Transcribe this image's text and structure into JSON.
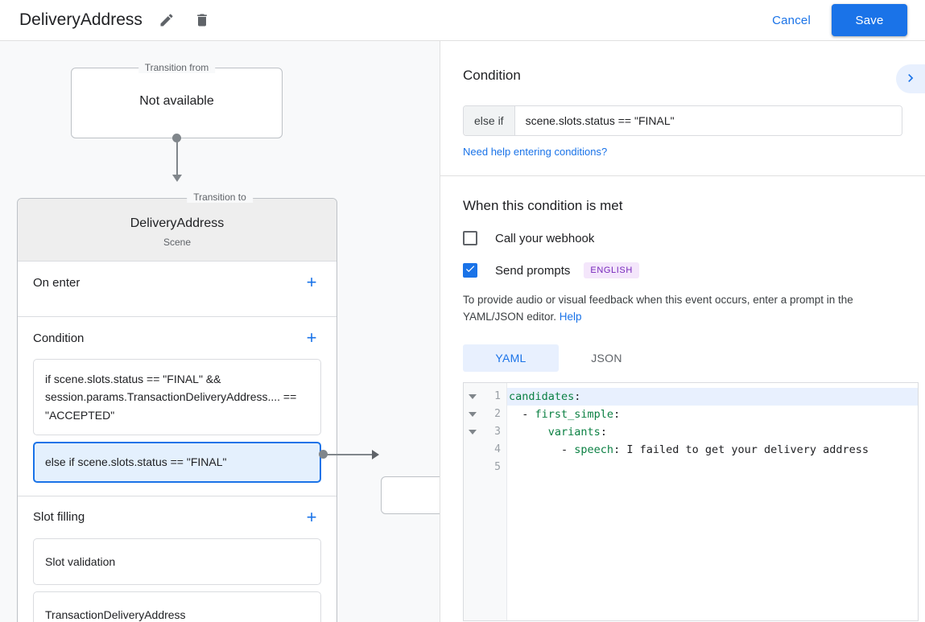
{
  "topbar": {
    "title": "DeliveryAddress",
    "edit_icon": "pencil-icon",
    "delete_icon": "trash-icon",
    "cancel_label": "Cancel",
    "save_label": "Save",
    "accent_color": "#1a73e8"
  },
  "graph": {
    "transition_from": {
      "legend": "Transition from",
      "value": "Not available"
    },
    "transition_to": {
      "legend": "Transition to",
      "scene_name": "DeliveryAddress",
      "scene_type": "Scene"
    },
    "sections": [
      {
        "title": "On enter",
        "add_label": "+",
        "rows": []
      },
      {
        "title": "Condition",
        "add_label": "+",
        "rows": [
          {
            "text": "if scene.slots.status == \"FINAL\" && session.params.TransactionDeliveryAddress.... == \"ACCEPTED\"",
            "selected": false
          },
          {
            "text": "else if scene.slots.status == \"FINAL\"",
            "selected": true
          }
        ]
      },
      {
        "title": "Slot filling",
        "add_label": "+",
        "rows": [
          {
            "text": "Slot validation",
            "selected": false
          },
          {
            "text": "TransactionDeliveryAddress",
            "selected": false
          }
        ]
      }
    ]
  },
  "detail": {
    "condition": {
      "title": "Condition",
      "collapse_icon": "chevron-right-icon",
      "prefix": "else if",
      "value": "scene.slots.status == \"FINAL\"",
      "help_link": "Need help entering conditions?"
    },
    "when_met": {
      "title": "When this condition is met",
      "webhook": {
        "label": "Call your webhook",
        "checked": false
      },
      "prompts": {
        "label": "Send prompts",
        "checked": true,
        "badge": "ENGLISH"
      },
      "helper_text": "To provide audio or visual feedback when this event occurs, enter a prompt in the YAML/JSON editor. ",
      "helper_link": "Help",
      "tabs": [
        {
          "label": "YAML",
          "active": true
        },
        {
          "label": "JSON",
          "active": false
        }
      ],
      "editor": {
        "lines": [
          {
            "num": "1",
            "fold": true,
            "highlighted": true,
            "indent": "",
            "key": "candidates",
            "colon": ":",
            "rest": ""
          },
          {
            "num": "2",
            "fold": true,
            "highlighted": false,
            "indent": "  - ",
            "key": "first_simple",
            "colon": ":",
            "rest": ""
          },
          {
            "num": "3",
            "fold": true,
            "highlighted": false,
            "indent": "      ",
            "key": "variants",
            "colon": ":",
            "rest": ""
          },
          {
            "num": "4",
            "fold": false,
            "highlighted": false,
            "indent": "        - ",
            "key": "speech",
            "colon": ":",
            "rest": " I failed to get your delivery address"
          },
          {
            "num": "5",
            "fold": false,
            "highlighted": false,
            "indent": "",
            "key": "",
            "colon": "",
            "rest": ""
          }
        ]
      }
    }
  }
}
